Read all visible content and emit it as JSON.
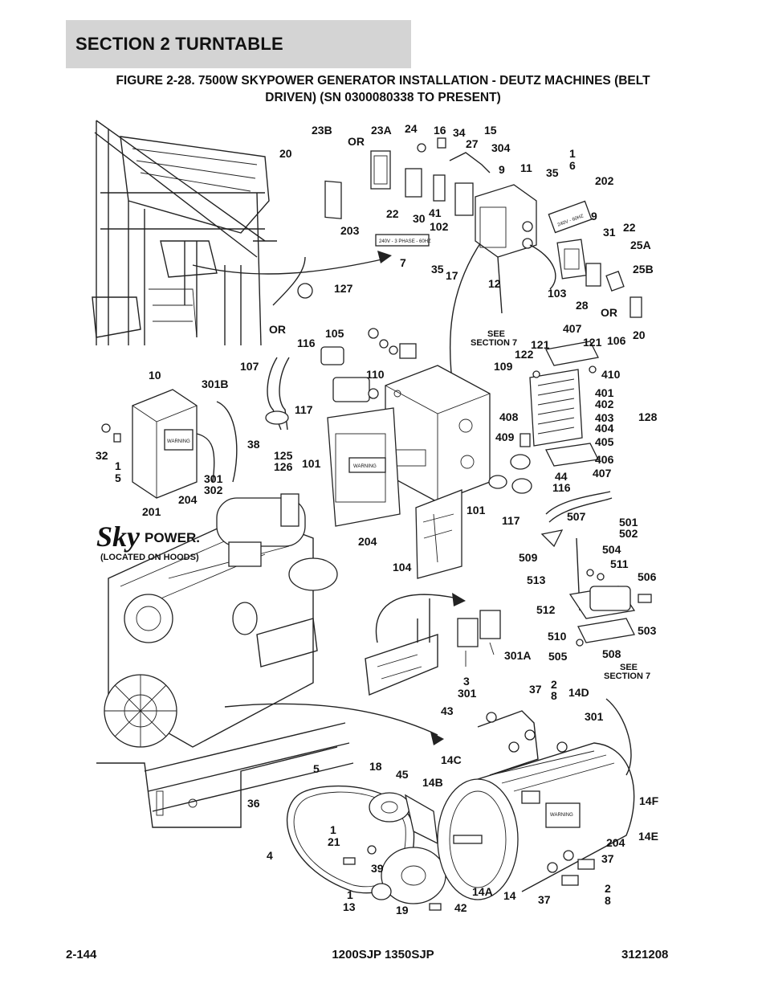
{
  "header": {
    "section": "SECTION 2   TURNTABLE",
    "figure_title_line1": "FIGURE 2-28. 7500W SKYPOWER GENERATOR INSTALLATION - DEUTZ MACHINES (BELT",
    "figure_title_line2": "DRIVEN) (SN 0300080338 TO PRESENT)"
  },
  "diagram": {
    "logo_top": "Sky",
    "logo_bottom": "POWER.",
    "logo_note": "(LOCATED ON HOODS)",
    "decal_203": "240V - 3 PHASE - 60HZ",
    "decal_202": "240V - 60HZ",
    "warning_text": "WARNING",
    "see_section_1": "SEE",
    "see_section_1b": "SECTION 7",
    "see_section_2": "SEE",
    "see_section_2b": "SECTION 7",
    "callouts": {
      "c23B": "23B",
      "c23A": "23A",
      "c24": "24",
      "c16": "16",
      "c34": "34",
      "c15": "15",
      "c20a": "20",
      "cORa": "OR",
      "c27": "27",
      "c304": "304",
      "c1a": "1",
      "c6a": "6",
      "c9a": "9",
      "c11": "11",
      "c35a": "35",
      "c202": "202",
      "c22a": "22",
      "c30": "30",
      "c41": "41",
      "c102": "102",
      "c9b": "9",
      "c31": "31",
      "c22b": "22",
      "c25A": "25A",
      "c203": "203",
      "c7": "7",
      "c35b": "35",
      "c17": "17",
      "c12": "12",
      "c28": "28",
      "c25B": "25B",
      "c127": "127",
      "c103": "103",
      "c ORb": "OR",
      "cORc": "OR",
      "c20b": "20",
      "c105": "105",
      "c116a": "116",
      "c407a": "407",
      "c121a": "121",
      "c121b": "121",
      "c106": "106",
      "c122": "122",
      "c107": "107",
      "c110": "110",
      "c109": "109",
      "c410": "410",
      "c10": "10",
      "c301B": "301B",
      "c401": "401",
      "c402": "402",
      "c117a": "117",
      "c408": "408",
      "c403": "403",
      "c128": "128",
      "c404": "404",
      "c409": "409",
      "c405": "405",
      "c38": "38",
      "c125": "125",
      "c126": "126",
      "c406": "406",
      "c32": "32",
      "c1b": "1",
      "c5a": "5",
      "c101a": "101",
      "c44": "44",
      "c407b": "407",
      "c301a": "301",
      "c302": "302",
      "c116b": "116",
      "c204a": "204",
      "c101b": "101",
      "c117b": "117",
      "c201": "201",
      "c507": "507",
      "c501": "501",
      "c502": "502",
      "c204b": "204",
      "c509": "509",
      "c504": "504",
      "c511": "511",
      "c104": "104",
      "c513": "513",
      "c506": "506",
      "c512": "512",
      "c503": "503",
      "c510": "510",
      "c508": "508",
      "c505": "505",
      "c301A": "301A",
      "c3": "3",
      "c301b": "301",
      "c37a": "37",
      "c2a": "2",
      "c8a": "8",
      "c14D": "14D",
      "c43": "43",
      "c301c": "301",
      "c5b": "5",
      "c14C": "14C",
      "c18": "18",
      "c45": "45",
      "c14B": "14B",
      "c36": "36",
      "c14F": "14F",
      "c1c": "1",
      "c21": "21",
      "c4": "4",
      "c14E": "14E",
      "c204c": "204",
      "c39": "39",
      "c37b": "37",
      "c1d": "1",
      "c13": "13",
      "c14A": "14A",
      "c14": "14",
      "c37c": "37",
      "c2b": "2",
      "c8b": "8",
      "c19": "19",
      "c42": "42"
    }
  },
  "footer": {
    "page": "2-144",
    "models": "1200SJP 1350SJP",
    "doc": "3121208"
  }
}
